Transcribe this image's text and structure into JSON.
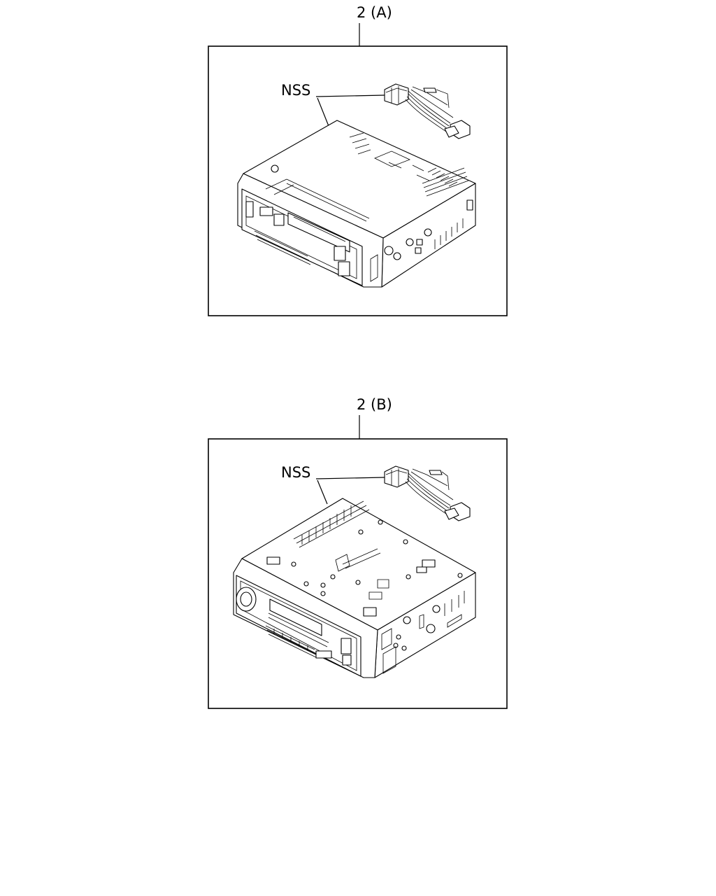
{
  "panels": [
    {
      "callout": "2 (A)",
      "label": "NSS",
      "part_icon": "cassette-radio-unit-icon",
      "harness_icon": "wiring-harness-connector-icon"
    },
    {
      "callout": "2 (B)",
      "label": "NSS",
      "part_icon": "cd-radio-unit-icon",
      "harness_icon": "wiring-harness-connector-icon"
    }
  ]
}
